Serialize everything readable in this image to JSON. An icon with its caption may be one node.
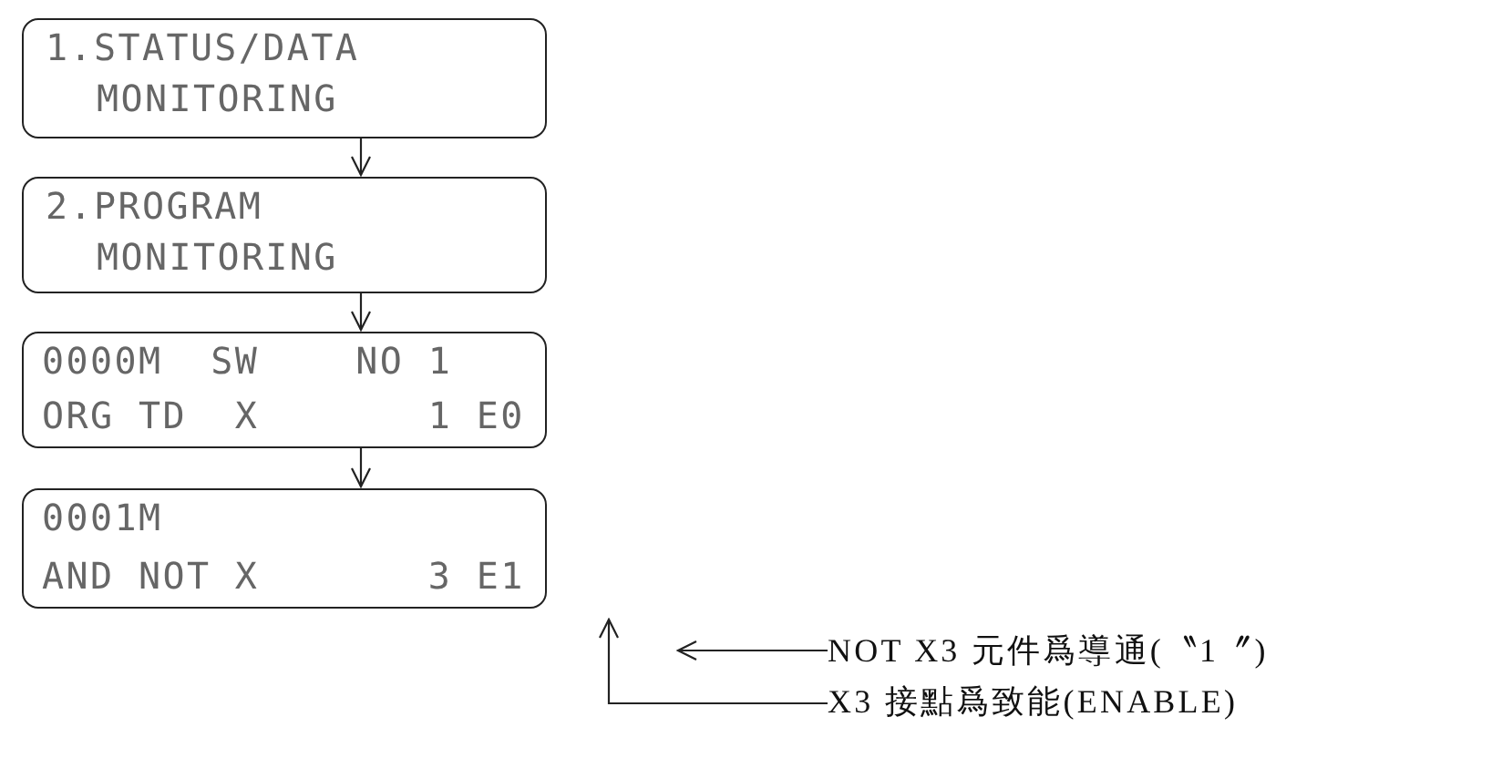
{
  "diagram": {
    "nodes": [
      {
        "text": [
          "1.STATUS/DATA",
          "MONITORING"
        ]
      },
      {
        "text": [
          "2.PROGRAM",
          "MONITORING"
        ]
      },
      {
        "text": [
          "0000M  SW    NO 1",
          "ORG TD  X       1 E0"
        ]
      },
      {
        "text": [
          "0001M",
          "AND NOT X       3 E1"
        ]
      },
      {
        "text": [
          "NOT X3 元件爲導通(〝1〞)"
        ]
      },
      {
        "text": [
          "X3 接點爲致能(ENABLE)"
        ]
      }
    ],
    "edges": [
      {
        "from": 0,
        "to": 1,
        "arrow": "to"
      },
      {
        "from": 1,
        "to": 2,
        "arrow": "to"
      },
      {
        "from": 2,
        "to": 3,
        "arrow": "to"
      },
      {
        "from": 4,
        "to": null,
        "arrow": "to"
      },
      {
        "from": 5,
        "to": null,
        "arrow": "to"
      }
    ]
  }
}
